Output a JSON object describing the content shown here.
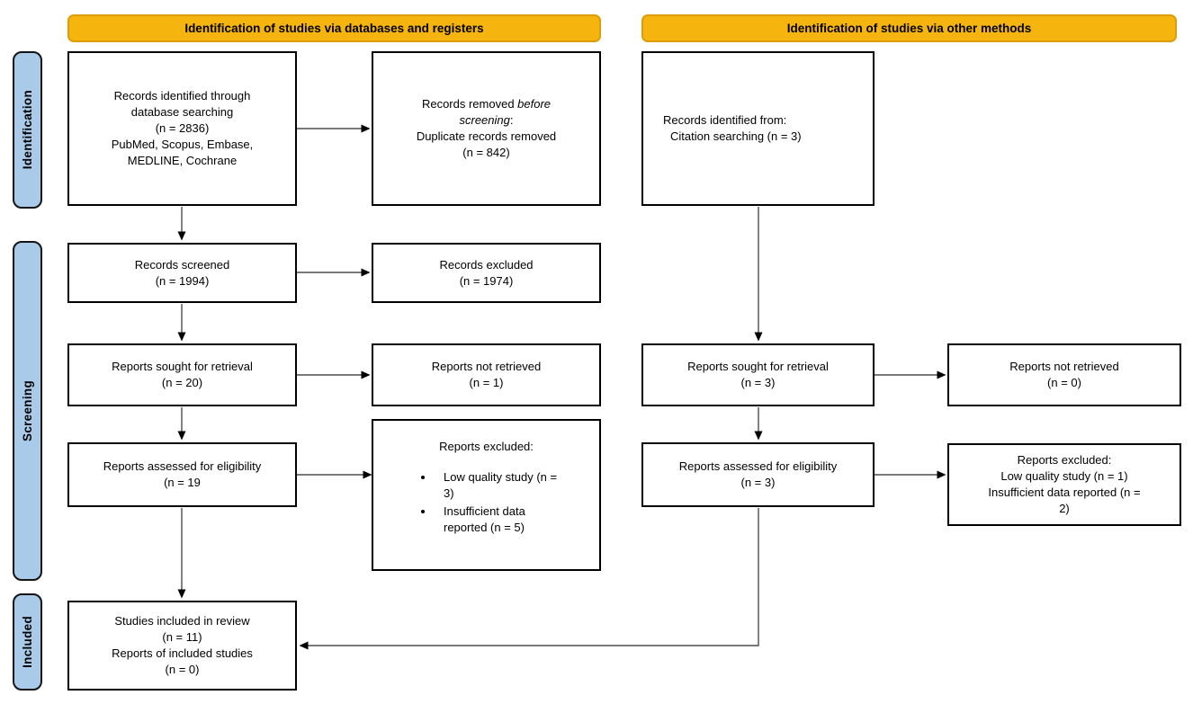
{
  "banners": {
    "databases": "Identification of studies via databases and registers",
    "other": "Identification of studies via other methods"
  },
  "sidebar": {
    "identification": "Identification",
    "screening": "Screening",
    "included": "Included"
  },
  "colors": {
    "banner_fill": "#F6B40F",
    "banner_border": "#DD9D0B",
    "stage_fill": "#A9CBE9",
    "box_border": "#000000",
    "arrow": "#4d4d4d"
  },
  "boxes": {
    "records_identified": {
      "text": "Records identified through\ndatabase searching\n(n = 2836)\nPubMed, Scopus, Embase,\nMEDLINE, Cochrane"
    },
    "records_removed": {
      "prefix": "Records removed ",
      "italic": "before screening",
      "suffix": ":",
      "rest": "Duplicate records removed\n(n = 842)"
    },
    "records_screened": {
      "text": "Records screened\n(n = 1994)"
    },
    "records_excluded": {
      "text": "Records excluded\n(n = 1974)"
    },
    "reports_sought_db": {
      "text": "Reports sought for retrieval\n(n = 20)"
    },
    "reports_not_retrieved_db": {
      "text": "Reports not retrieved\n(n = 1)"
    },
    "reports_assessed_db": {
      "text": "Reports assessed for eligibility\n(n = 19"
    },
    "reports_excluded_db": {
      "title": "Reports excluded:",
      "bullets": [
        "Low quality study (n =\n3)",
        "Insufficient data\nreported (n = 5)"
      ]
    },
    "studies_included": {
      "text": "Studies included in review\n(n = 11)\nReports of included studies\n(n = 0)"
    },
    "records_other": {
      "line1": "Records identified from:",
      "line2": "Citation searching (n = 3)"
    },
    "reports_sought_other": {
      "text": "Reports sought for retrieval\n(n = 3)"
    },
    "reports_not_retrieved_other": {
      "text": "Reports not retrieved\n(n = 0)"
    },
    "reports_assessed_other": {
      "text": "Reports assessed for eligibility\n(n = 3)"
    },
    "reports_excluded_other": {
      "text": "Reports excluded:\nLow quality study (n = 1)\nInsufficient data reported (n =\n2)"
    }
  }
}
